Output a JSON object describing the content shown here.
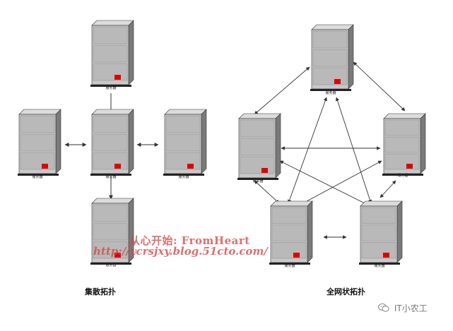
{
  "servers": {
    "label": "服务器",
    "top": "服务器",
    "center": "服务器",
    "left": "服务器",
    "right": "服务器",
    "bottom": "服务器",
    "mesh_top": "服务器",
    "mesh_left": "服务器",
    "mesh_right": "服务器",
    "mesh_bottom_left": "服务器",
    "mesh_bottom_right": "服务器"
  },
  "captions": {
    "left": "集散拓扑",
    "right": "全网状拓扑"
  },
  "watermark": {
    "line1": "从心开始: FromHeart",
    "line2": "http://ycrsjxy.blog.51cto.com/"
  },
  "brand": {
    "icon": "wechat-icon",
    "text": "IT小农工"
  },
  "colors": {
    "server_body": "#c8c8c8",
    "server_dark": "#7a7a7a",
    "indicator": "#e00000",
    "edge": "#333333",
    "watermark": "#d24646"
  }
}
